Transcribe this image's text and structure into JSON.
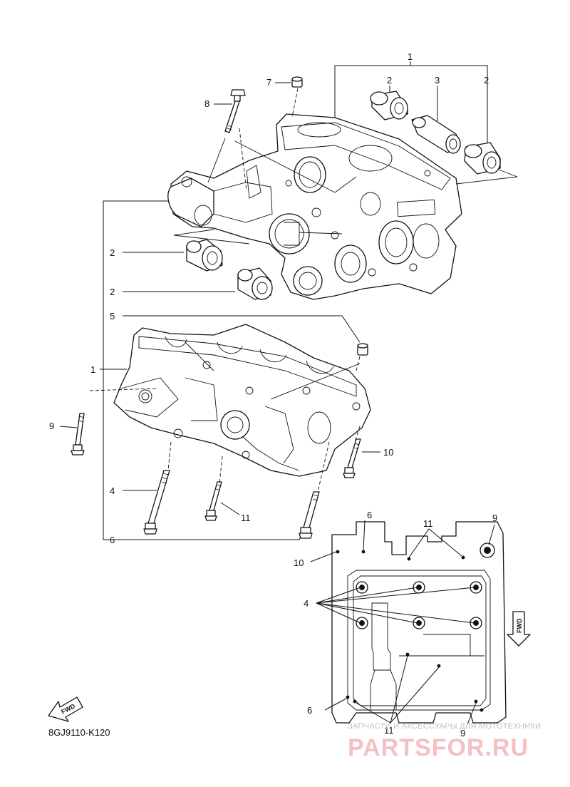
{
  "diagram_code": "8GJ9110-K120",
  "fwd_label": "FWD",
  "watermark": {
    "line1": "ЗАПЧАСТИ И АКСЕССУАРЫ ДЛЯ МОТОТЕХНИКИ",
    "brand": "PARTSFOR.RU"
  },
  "callouts": {
    "c1_top": "1",
    "c2_top_left": "2",
    "c3_top": "3",
    "c2_top_right": "2",
    "c7": "7",
    "c8": "8",
    "c2_mid_a": "2",
    "c2_mid_b": "2",
    "c5": "5",
    "c1_left": "1",
    "c9": "9",
    "c10": "10",
    "c4": "4",
    "c11": "11",
    "c6": "6"
  },
  "inset_callouts": {
    "c6_top": "6",
    "c11_top": "11",
    "c9_top": "9",
    "c10": "10",
    "c4": "4",
    "c6_bottom": "6",
    "c11_bottom": "11",
    "c9_bottom": "9"
  }
}
